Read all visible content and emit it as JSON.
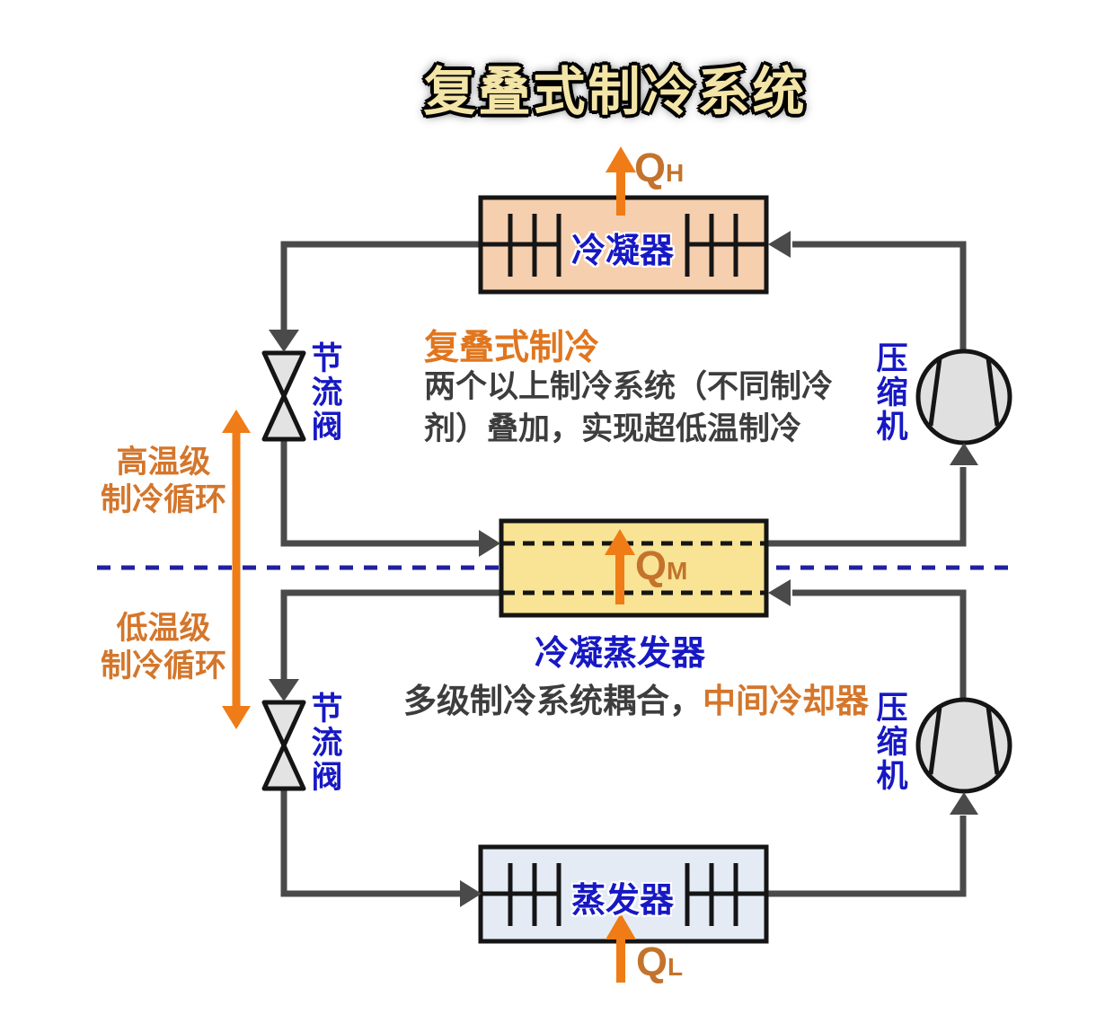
{
  "title": "复叠式制冷系统",
  "colors": {
    "condenser_fill": "#f6cfae",
    "cascade_hx_fill": "#f8e494",
    "evaporator_fill": "#e4ebf4",
    "pipe": "#4a4a4a",
    "orange_arrow": "#ef7c16",
    "heat_label_text": "#c4732c",
    "component_label_blue": "#1718c4",
    "annotation_orange": "#d4762b",
    "body_text": "#3d3d3d",
    "divider_blue": "#20209f"
  },
  "condenser": {
    "label": "冷凝器",
    "heat_symbol": "Q",
    "heat_subscript": "H"
  },
  "cascade_hx": {
    "label": "冷凝蒸发器",
    "heat_symbol": "Q",
    "heat_subscript": "M"
  },
  "evaporator": {
    "label": "蒸发器",
    "heat_symbol": "Q",
    "heat_subscript": "L"
  },
  "valves": {
    "high_label": "节流阀",
    "low_label": "节流阀"
  },
  "compressors": {
    "high_label": "压缩机",
    "low_label": "压缩机"
  },
  "cycles": {
    "high": {
      "line1": "高温级",
      "line2": "制冷循环"
    },
    "low": {
      "line1": "低温级",
      "line2": "制冷循环"
    }
  },
  "notes": {
    "cascade_heading": "复叠式制冷",
    "cascade_desc_line1": "两个以上制冷系统（不同制冷",
    "cascade_desc_line2": "剂）叠加，实现超低温制冷",
    "coupling_gray": "多级制冷系统耦合，",
    "coupling_orange": "中间冷却器"
  }
}
